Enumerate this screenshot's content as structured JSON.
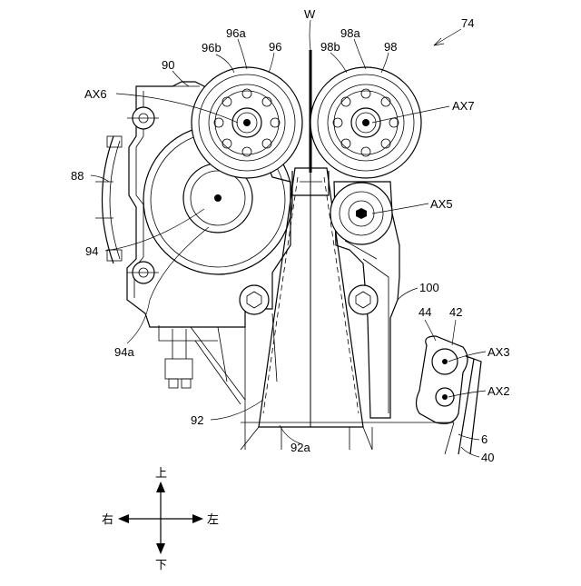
{
  "labels": {
    "w": "W",
    "n74": "74",
    "n96a": "96a",
    "n98a": "98a",
    "n96b": "96b",
    "n96": "96",
    "n98b": "98b",
    "n98": "98",
    "n90": "90",
    "ax6": "AX6",
    "ax7": "AX7",
    "n88": "88",
    "ax5": "AX5",
    "n94": "94",
    "n100": "100",
    "n44": "44",
    "n42": "42",
    "n94a": "94a",
    "ax3": "AX3",
    "ax2": "AX2",
    "n92": "92",
    "n92a": "92a",
    "n6": "6",
    "n40": "40"
  },
  "directions": {
    "up": "上",
    "down": "下",
    "right": "右",
    "left": "左"
  }
}
